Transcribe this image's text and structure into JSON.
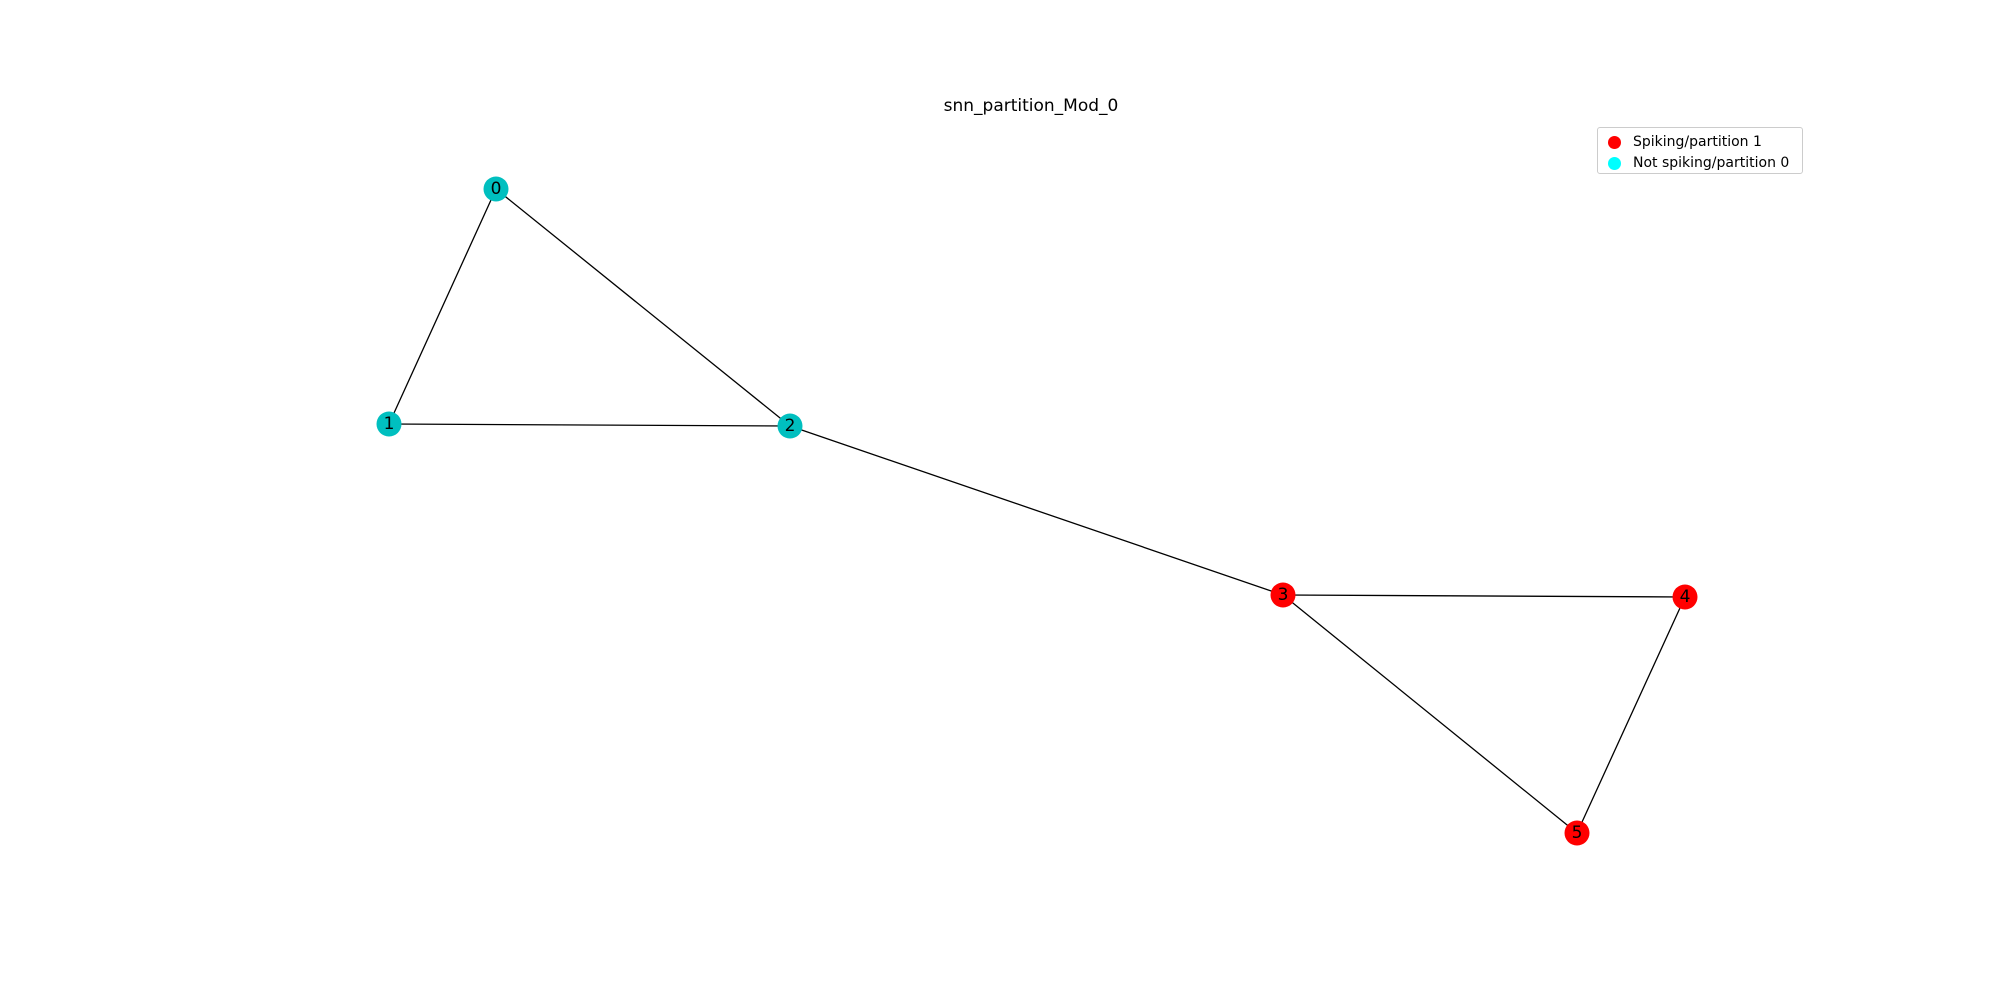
{
  "title": "snn_partition_Mod_0",
  "colors": {
    "spiking": "#ff0000",
    "not_spiking": "#00bfbf",
    "legend_not_spiking_marker": "#00ffff",
    "edge": "#000000"
  },
  "legend": [
    {
      "label": "Spiking/partition 1",
      "color_key": "spiking"
    },
    {
      "label": "Not spiking/partition 0",
      "color_key": "legend_not_spiking_marker"
    }
  ],
  "graph": {
    "nodes": [
      {
        "id": "0",
        "label": "0",
        "spiking": false
      },
      {
        "id": "1",
        "label": "1",
        "spiking": false
      },
      {
        "id": "2",
        "label": "2",
        "spiking": false
      },
      {
        "id": "3",
        "label": "3",
        "spiking": true
      },
      {
        "id": "4",
        "label": "4",
        "spiking": true
      },
      {
        "id": "5",
        "label": "5",
        "spiking": true
      }
    ],
    "edges": [
      [
        "0",
        "1"
      ],
      [
        "0",
        "2"
      ],
      [
        "1",
        "2"
      ],
      [
        "2",
        "3"
      ],
      [
        "3",
        "4"
      ],
      [
        "3",
        "5"
      ],
      [
        "4",
        "5"
      ]
    ]
  }
}
